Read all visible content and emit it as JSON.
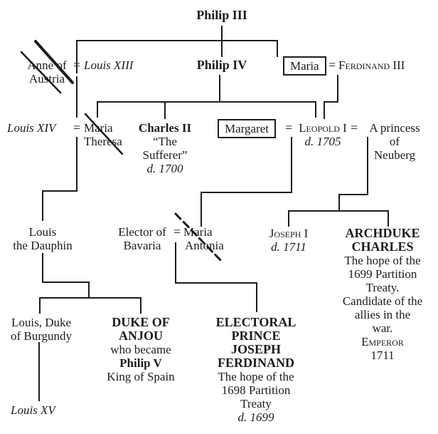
{
  "title": "Spanish Succession family tree",
  "people": {
    "philip_iii": "Philip III",
    "anne_of_austria": [
      "Anne of",
      "Austria"
    ],
    "louis_xiii": "Louis XIII",
    "philip_iv": "Philip IV",
    "maria": "Maria",
    "ferdinand_iii": "Ferdinand III",
    "louis_xiv": "Louis XIV",
    "maria_theresa": [
      "Maria",
      "Theresa"
    ],
    "charles_ii": [
      "Charles II",
      "“The",
      "Sufferer”",
      "d. 1700"
    ],
    "margaret": "Margaret",
    "leopold_i": [
      "Leopold I",
      "d. 1705"
    ],
    "princess_neuberg": [
      "A princess",
      "of",
      "Neuberg"
    ],
    "louis_dauphin": [
      "Louis",
      "the Dauphin"
    ],
    "elector_bavaria": [
      "Elector of",
      "Bavaria"
    ],
    "maria_antonia": [
      "Maria",
      "Antonia"
    ],
    "joseph_i": [
      "Joseph I",
      "d. 1711"
    ],
    "archduke_charles": [
      "ARCHDUKE",
      "CHARLES",
      "The hope of the",
      "1699 Partition",
      "Treaty.",
      "Candidate of the",
      "allies in the",
      "war.",
      "Emperor",
      "1711"
    ],
    "louis_burgundy": [
      "Louis, Duke",
      "of Burgundy"
    ],
    "duke_anjou": [
      "DUKE OF",
      "ANJOU",
      "who became",
      "Philip V",
      "King of Spain"
    ],
    "electoral_prince": [
      "ELECTORAL",
      "PRINCE",
      "JOSEPH",
      "FERDINAND",
      "The hope of the",
      "1698 Partition",
      "Treaty",
      "d. 1699"
    ],
    "louis_xv": "Louis XV"
  },
  "marriage_symbol": "=",
  "line_color": "#1c1c1c"
}
